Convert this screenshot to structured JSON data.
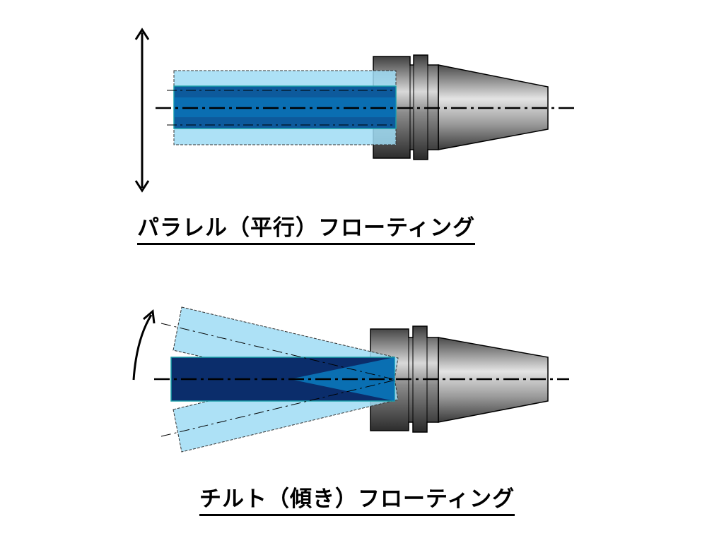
{
  "parallel": {
    "caption": "パラレル（平行）フローティング"
  },
  "tilt": {
    "caption": "チルト（傾き）フローティング"
  },
  "colors": {
    "light_blue": "#9fdcf4",
    "mid_blue": "#0a7fc4",
    "dark_blue": "#0d4e8c",
    "navy": "#0b2d6b",
    "holder_dark": "#2a2a2a",
    "holder_light": "#d6d6d6"
  },
  "icons": {
    "parallel_motion": "double-headed-vertical-arrow",
    "tilt_motion": "curved-arrow"
  }
}
